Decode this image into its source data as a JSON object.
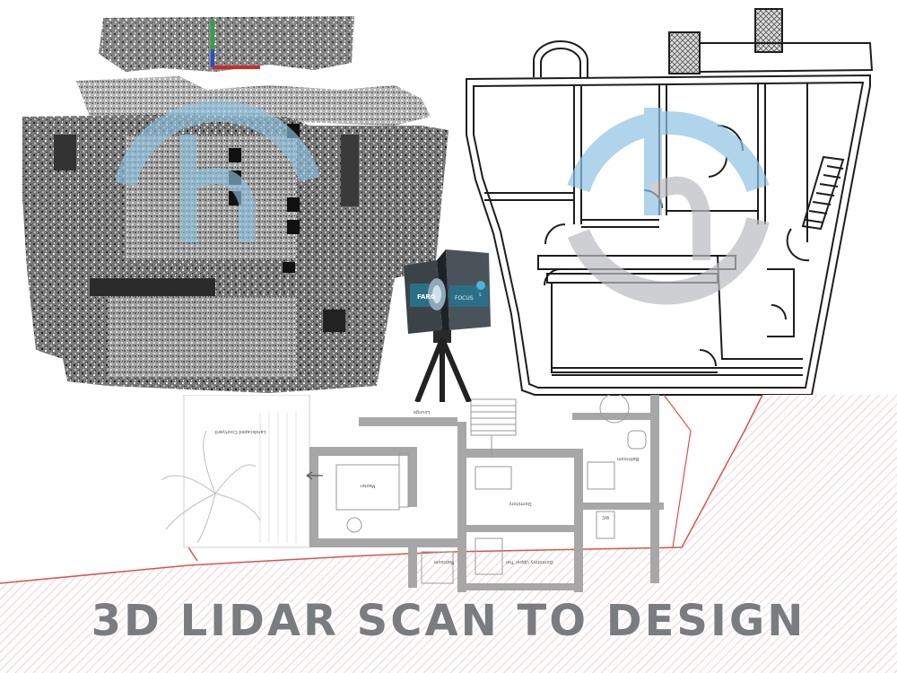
{
  "headline": "3D LIDAR SCAN TO DESIGN",
  "scanner": {
    "brand": "FARO",
    "model": "FOCUS",
    "model_mark": "S"
  },
  "rooms": {
    "lounge": "Lounge",
    "landscaped_courtyard": "Landscaped Courtyard",
    "bathroom": "Bathroom",
    "master": "Master",
    "dormitory": "Dormitory",
    "wc": "WC",
    "dormitory_upper_tier": "Dormitory Upper Tier",
    "wetroom": "Wetroom"
  },
  "colors": {
    "headline": "#7a7d80",
    "watermark_blue": "#8fc3e3",
    "watermark_grey": "#b9bcbf",
    "boundary_red": "#d9534f",
    "wall": "#9a9a9a",
    "scanner_teal": "#2b6f86"
  },
  "icons": {
    "watermark": "h-logo-icon",
    "arrow": "left-arrow-icon"
  }
}
